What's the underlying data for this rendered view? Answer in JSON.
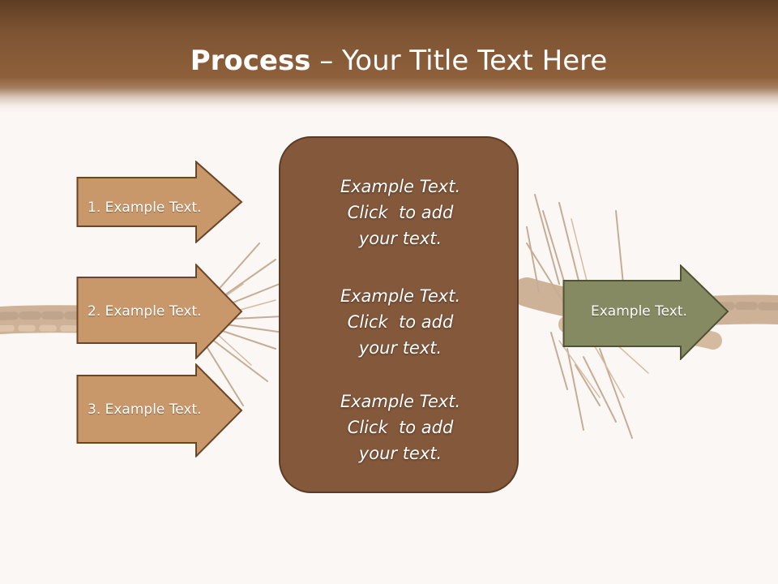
{
  "slide": {
    "title_bold": "Process",
    "title_rest": " – Your Title Text Here",
    "colors": {
      "header": "#8e603a",
      "background": "#fbf7f4",
      "arrow_fill": "#c8976a",
      "arrow_border": "#6b4527",
      "center_fill": "#83583b",
      "center_border": "#5c3a23",
      "output_fill": "#868a62",
      "output_border": "#4f5233"
    }
  },
  "inputs": [
    {
      "label": "1. Example Text."
    },
    {
      "label": "2. Example Text."
    },
    {
      "label": "3. Example Text."
    }
  ],
  "center": {
    "paragraphs": [
      {
        "lines": [
          "Example Text.",
          "Click  to add",
          "your text."
        ]
      },
      {
        "lines": [
          "Example Text.",
          "Click  to add",
          "your text."
        ]
      },
      {
        "lines": [
          "Example Text.",
          "Click  to add",
          "your text."
        ]
      }
    ]
  },
  "output": {
    "label": "Example Text."
  },
  "background_image": {
    "subject": "frayed-rope"
  }
}
